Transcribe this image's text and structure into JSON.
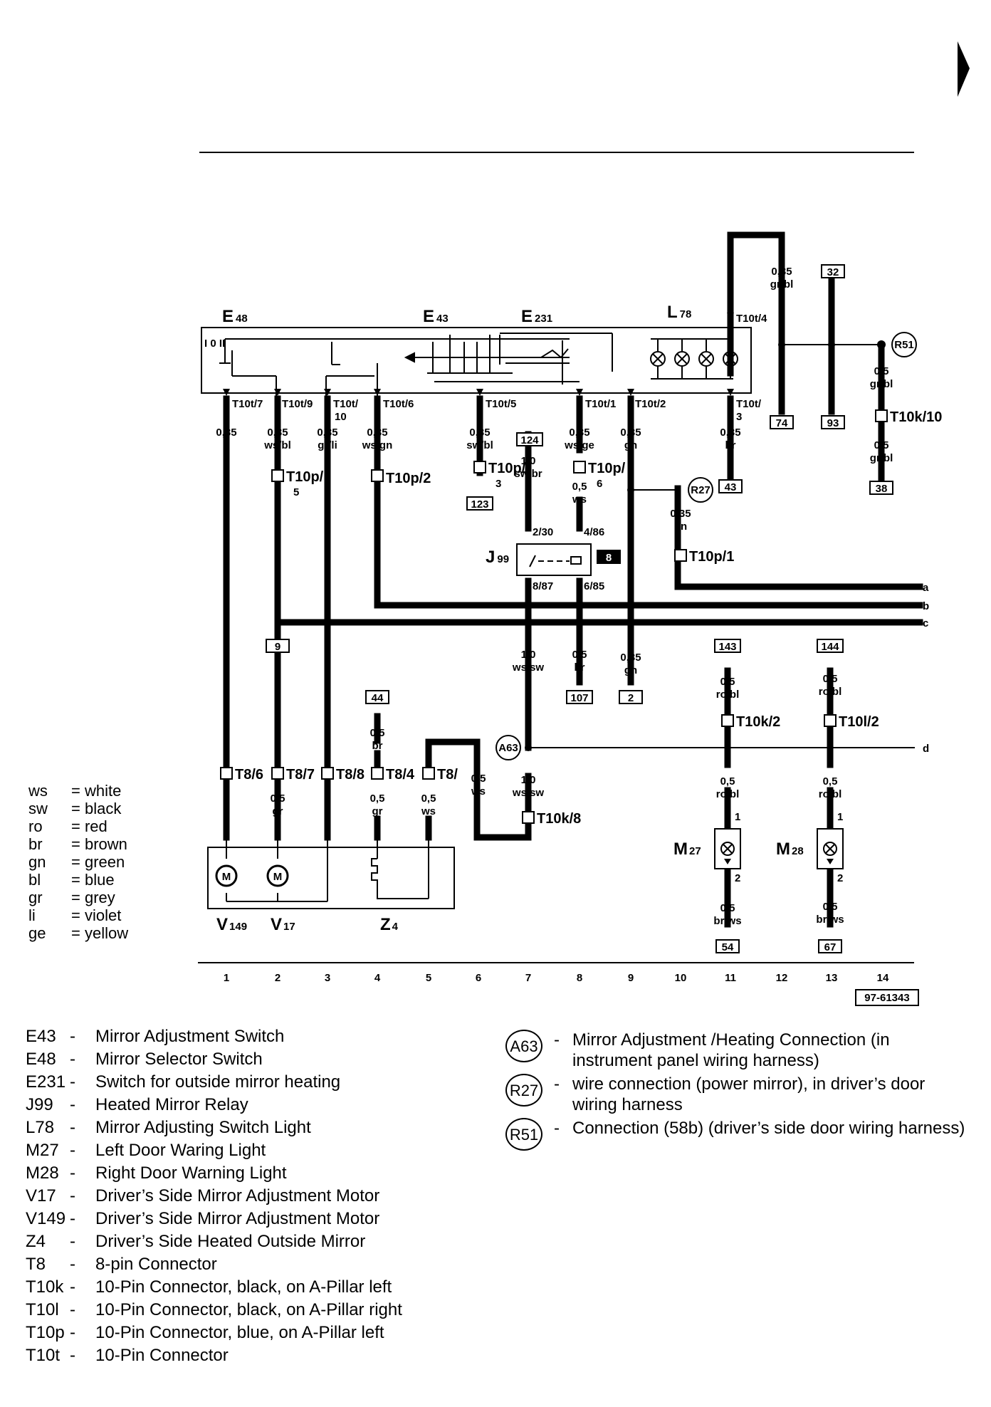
{
  "diagram": {
    "components": {
      "E48": {
        "letter": "E",
        "num": "48"
      },
      "E43": {
        "letter": "E",
        "num": "43"
      },
      "E231": {
        "letter": "E",
        "num": "231"
      },
      "L78": {
        "letter": "L",
        "num": "78"
      },
      "J99": {
        "letter": "J",
        "num": "99"
      },
      "M27": {
        "letter": "M",
        "num": "27"
      },
      "M28": {
        "letter": "M",
        "num": "28"
      },
      "V149": {
        "letter": "V",
        "num": "149"
      },
      "V17": {
        "letter": "V",
        "num": "17"
      },
      "Z4": {
        "letter": "Z",
        "num": "4"
      }
    },
    "switch_positions": "I 0 II",
    "relay_number": "8",
    "relay_pins": {
      "p30": "2/30",
      "p86": "4/86",
      "p87": "8/87",
      "p85": "6/85"
    },
    "connectors": {
      "t10t7": "T10t/7",
      "t10t9": "T10t/9",
      "t10t10a": "T10t/",
      "t10t10b": "10",
      "t10t6": "T10t/6",
      "t10t5": "T10t/5",
      "t10t1": "T10t/1",
      "t10t2": "T10t/2",
      "t10t3a": "T10t/",
      "t10t3b": "3",
      "t10t4": "T10t/4",
      "t10p5a": "T10p/",
      "t10p5b": "5",
      "t10p2": "T10p/2",
      "t10p3a": "T10p/",
      "t10p3b": "3",
      "t10p6a": "T10p/",
      "t10p6b": "6",
      "t10p1": "T10p/1",
      "t10k10": "T10k/10",
      "t10k2": "T10k/2",
      "t10l2": "T10l/2",
      "t10k8": "T10k/8",
      "t86": "T8/6",
      "t87": "T8/7",
      "t88": "T8/8",
      "t84": "T8/4",
      "t85": "T8/"
    },
    "wires": {
      "c1": {
        "size": "0,35",
        "color": "li"
      },
      "c2": {
        "size": "0,35",
        "color": "ws/bl"
      },
      "c3": {
        "size": "0,35",
        "color": "gr/li"
      },
      "c4": {
        "size": "0,35",
        "color": "ws/gn"
      },
      "c7": {
        "size": "0,35",
        "color": "sw/bl"
      },
      "c8": {
        "size": "0,35",
        "color": "ws/ge"
      },
      "c9": {
        "size": "0,35",
        "color": "gn"
      },
      "c11": {
        "size": "0,35",
        "color": "br"
      },
      "top": {
        "size": "0,35",
        "color": "gr/bl"
      },
      "r51a": {
        "size": "0,5",
        "color": "gr/bl"
      },
      "r51b": {
        "size": "0,5",
        "color": "gr/bl"
      },
      "j30": {
        "size": "1,0",
        "color": "sw/br"
      },
      "j86": {
        "size": "0,5",
        "color": "ws"
      },
      "r27": {
        "size": "0,35",
        "color": "gn"
      },
      "j87": {
        "size": "1,0",
        "color": "ws/sw"
      },
      "j85": {
        "size": "0,5",
        "color": "br"
      },
      "c9low": {
        "size": "0,35",
        "color": "gn"
      },
      "w2": {
        "size": "0,5",
        "color": "gr"
      },
      "w44": {
        "size": "0,5",
        "color": "br"
      },
      "w4low": {
        "size": "0,5",
        "color": "gr"
      },
      "w5low": {
        "size": "0,5",
        "color": "ws"
      },
      "w6": {
        "size": "0,5",
        "color": "ws"
      },
      "a63": {
        "size": "1,0",
        "color": "ws/sw"
      },
      "m27a": {
        "size": "0,5",
        "color": "ro/bl"
      },
      "m27b": {
        "size": "0,5",
        "color": "ro/bl"
      },
      "m27c": {
        "size": "0,5",
        "color": "br/ws"
      },
      "m28a": {
        "size": "0,5",
        "color": "ro/bl"
      },
      "m28b": {
        "size": "0,5",
        "color": "ro/bl"
      },
      "m28c": {
        "size": "0,5",
        "color": "br/ws"
      }
    },
    "refs": {
      "r32": "32",
      "r74": "74",
      "r93": "93",
      "r38": "38",
      "r124": "124",
      "r123": "123",
      "r43": "43",
      "r9": "9",
      "r107": "107",
      "r2": "2",
      "r44": "44",
      "r143": "143",
      "r144": "144",
      "r54": "54",
      "r67": "67"
    },
    "connection_points": {
      "r51": "R51",
      "r27": "R27",
      "a63": "A63"
    },
    "pin_labels": {
      "pin1": "1",
      "pin2": "2"
    },
    "bus_labels": {
      "a": "a",
      "b": "b",
      "c": "c",
      "d": "d"
    },
    "tracks": [
      "1",
      "2",
      "3",
      "4",
      "5",
      "6",
      "7",
      "8",
      "9",
      "10",
      "11",
      "12",
      "13",
      "14"
    ],
    "figure_number": "97-61343",
    "motor_symbol": "M"
  },
  "colour_legend": [
    {
      "code": "ws",
      "name": "= white"
    },
    {
      "code": "sw",
      "name": "= black"
    },
    {
      "code": "ro",
      "name": "= red"
    },
    {
      "code": "br",
      "name": "= brown"
    },
    {
      "code": "gn",
      "name": "= green"
    },
    {
      "code": "bl",
      "name": "= blue"
    },
    {
      "code": "gr",
      "name": "= grey"
    },
    {
      "code": "li",
      "name": "= violet"
    },
    {
      "code": "ge",
      "name": "= yellow"
    }
  ],
  "component_legend": [
    {
      "code": "E43",
      "dash": "-",
      "desc": "Mirror Adjustment Switch"
    },
    {
      "code": "E48",
      "dash": "-",
      "desc": "Mirror Selector Switch"
    },
    {
      "code": "E231",
      "dash": "-",
      "desc": "Switch for outside mirror heating"
    },
    {
      "code": "J99",
      "dash": "-",
      "desc": "Heated Mirror Relay"
    },
    {
      "code": "L78",
      "dash": "-",
      "desc": "Mirror Adjusting Switch Light"
    },
    {
      "code": "M27",
      "dash": "-",
      "desc": "Left Door Waring Light"
    },
    {
      "code": "M28",
      "dash": "-",
      "desc": "Right Door Warning Light"
    },
    {
      "code": "V17",
      "dash": "-",
      "desc": "Driver’s Side Mirror Adjustment Motor"
    },
    {
      "code": "V149",
      "dash": "-",
      "desc": "Driver’s Side Mirror Adjustment Motor"
    },
    {
      "code": "Z4",
      "dash": "-",
      "desc": "Driver’s Side Heated Outside Mirror"
    },
    {
      "code": "T8",
      "dash": "-",
      "desc": "8-pin Connector"
    },
    {
      "code": "T10k",
      "dash": "-",
      "desc": "10-Pin Connector, black, on A-Pillar left"
    },
    {
      "code": "T10l",
      "dash": "-",
      "desc": "10-Pin Connector, black, on A-Pillar right"
    },
    {
      "code": "T10p",
      "dash": "-",
      "desc": "10-Pin Connector, blue, on A-Pillar left"
    },
    {
      "code": "T10t",
      "dash": "-",
      "desc": "10-Pin Connector"
    }
  ],
  "connection_legend": [
    {
      "code": "A63",
      "dash": "-",
      "desc": "Mirror Adjustment /Heating Connection (in instrument panel wiring harness)"
    },
    {
      "code": "R27",
      "dash": "-",
      "desc": "wire connection (power mirror), in driver’s door wiring harness"
    },
    {
      "code": "R51",
      "dash": "-",
      "desc": "Connection (58b) (driver’s side door wiring harness)"
    }
  ]
}
